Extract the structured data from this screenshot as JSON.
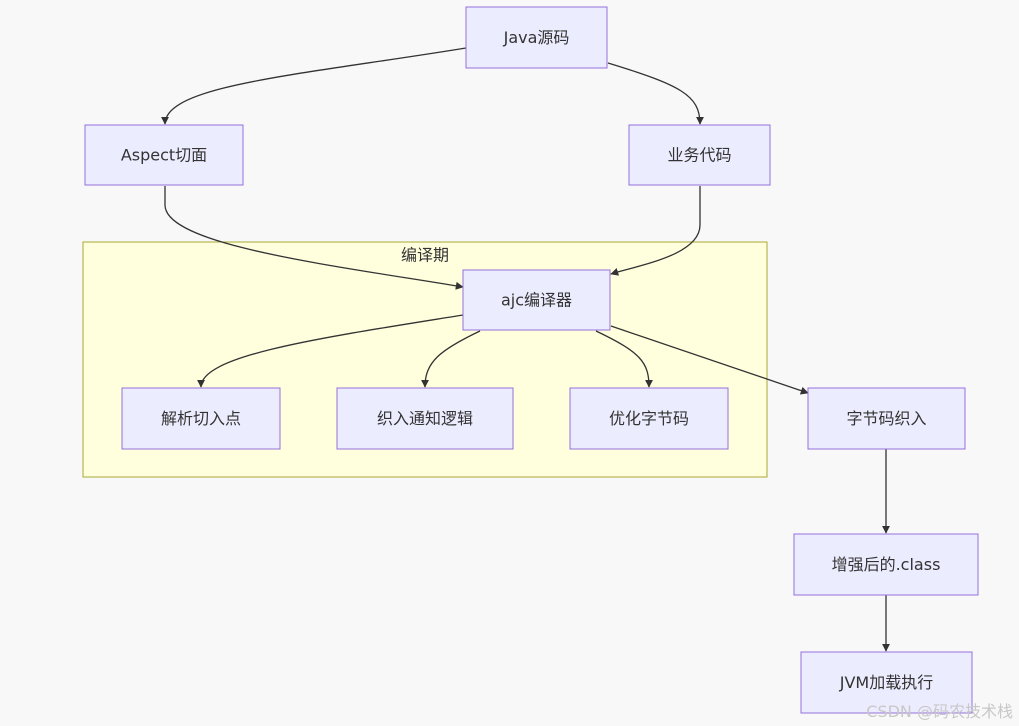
{
  "cluster": {
    "label": "编译期"
  },
  "nodes": {
    "java_source": "Java源码",
    "aspect": "Aspect切面",
    "business_code": "业务代码",
    "ajc_compiler": "ajc编译器",
    "parse_pointcut": "解析切入点",
    "weave_advice": "织入通知逻辑",
    "optimize_bytecode": "优化字节码",
    "bytecode_weaving": "字节码织入",
    "enhanced_class": "增强后的.class",
    "jvm_exec": "JVM加载执行"
  },
  "watermark": "CSDN @码农技术栈"
}
